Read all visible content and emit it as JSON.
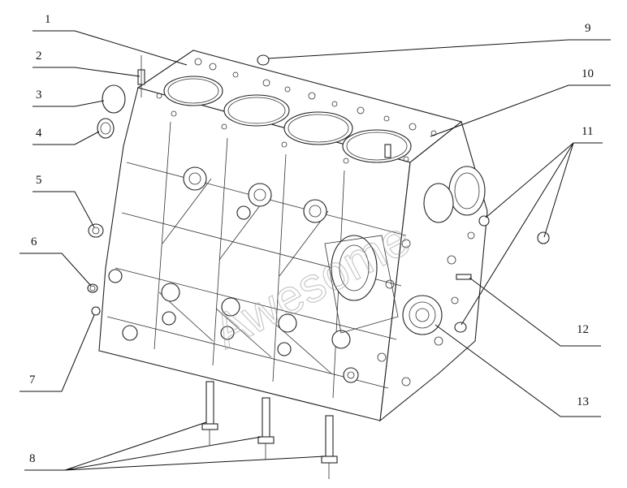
{
  "watermark": "Awesome",
  "callouts": [
    {
      "id": "1",
      "label": "1"
    },
    {
      "id": "2",
      "label": "2"
    },
    {
      "id": "3",
      "label": "3"
    },
    {
      "id": "4",
      "label": "4"
    },
    {
      "id": "5",
      "label": "5"
    },
    {
      "id": "6",
      "label": "6"
    },
    {
      "id": "7",
      "label": "7"
    },
    {
      "id": "8",
      "label": "8"
    },
    {
      "id": "9",
      "label": "9"
    },
    {
      "id": "10",
      "label": "10"
    },
    {
      "id": "11",
      "label": "11"
    },
    {
      "id": "12",
      "label": "12"
    },
    {
      "id": "13",
      "label": "13"
    }
  ]
}
